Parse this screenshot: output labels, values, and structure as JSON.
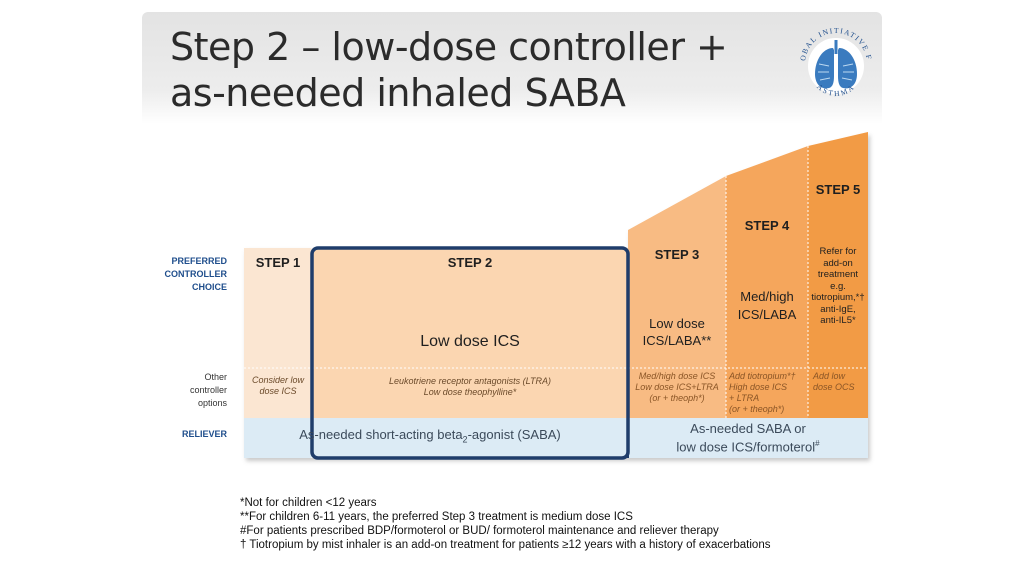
{
  "slide": {
    "title_line1": "Step 2 – low-dose controller +",
    "title_line2": "as-needed inhaled SABA"
  },
  "logo": {
    "text_top": "GLOBAL INITIATIVE FOR",
    "text_bottom": "ASTHMA",
    "icon": "lungs-icon"
  },
  "row_labels": {
    "preferred_line1": "PREFERRED",
    "preferred_line2": "CONTROLLER",
    "preferred_line3": "CHOICE",
    "other_line1": "Other",
    "other_line2": "controller",
    "other_line3": "options",
    "reliever": "RELIEVER"
  },
  "steps": [
    {
      "header": "STEP 1",
      "preferred": "",
      "other_line1": "Consider low",
      "other_line2": "dose ICS",
      "other_line3": "",
      "other_line4": ""
    },
    {
      "header": "STEP 2",
      "preferred": "Low dose ICS",
      "other_line1": "Leukotriene receptor antagonists (LTRA)",
      "other_line2": "Low dose theophylline*",
      "other_line3": "",
      "other_line4": ""
    },
    {
      "header": "STEP 3",
      "preferred_line1": "Low dose",
      "preferred_line2": "ICS/LABA**",
      "other_line1": "Med/high dose ICS",
      "other_line2": "Low dose ICS+LTRA",
      "other_line3": "(or + theoph*)",
      "other_line4": ""
    },
    {
      "header": "STEP 4",
      "preferred_line1": "Med/high",
      "preferred_line2": "ICS/LABA",
      "other_line1": "Add tiotropium*†",
      "other_line2": "High dose ICS",
      "other_line3": "+ LTRA",
      "other_line4": "(or + theoph*)"
    },
    {
      "header": "STEP 5",
      "preferred_line1": "Refer for",
      "preferred_line2": "add-on",
      "preferred_line3": "treatment",
      "preferred_line4": "e.g.",
      "preferred_line5": "tiotropium,*†",
      "preferred_line6": "anti-IgE,",
      "preferred_line7": "anti-IL5*",
      "other_line1": "Add low",
      "other_line2": "dose OCS",
      "other_line3": "",
      "other_line4": ""
    }
  ],
  "reliever": {
    "left_pre": "As-needed short-acting beta",
    "left_sub": "2",
    "left_post": "-agonist (SABA)",
    "right_line1": "As-needed SABA or",
    "right_line2_pre": "low dose ICS/formoterol",
    "right_line2_sup": "#"
  },
  "footnotes": [
    "*Not for children <12 years",
    "**For children 6-11 years, the preferred Step 3 treatment is medium dose ICS",
    "#For patients prescribed BDP/formoterol or BUD/ formoterol maintenance and reliever therapy",
    "† Tiotropium by mist inhaler is an add-on treatment for patients ≥12 years with a history of exacerbations"
  ],
  "colors": {
    "step1": "#fbe6d2",
    "step2": "#fbd6b1",
    "step3": "#f8bb83",
    "step4": "#f5a65b",
    "step5": "#f29b45",
    "highlight_border": "#1f3d6b",
    "reliever_band": "#dcebf5",
    "label_blue": "#1f4e8c"
  }
}
